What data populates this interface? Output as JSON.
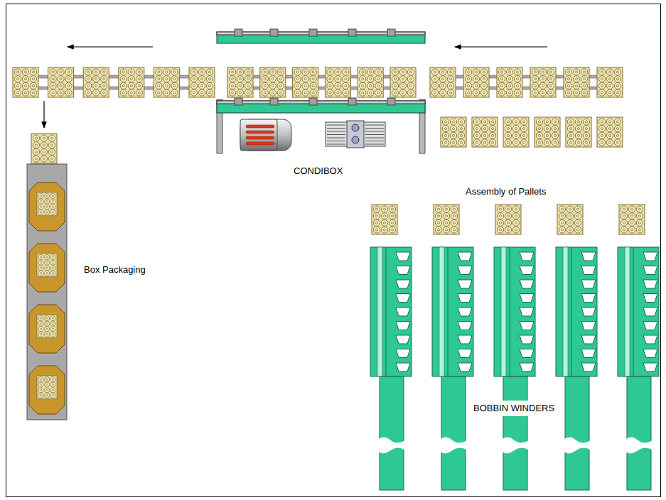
{
  "diagram": {
    "labels": [
      "CONDIBOX",
      "Assembly of Pallets",
      "Box Packaging",
      "BOBBIN WINDERS"
    ]
  }
}
